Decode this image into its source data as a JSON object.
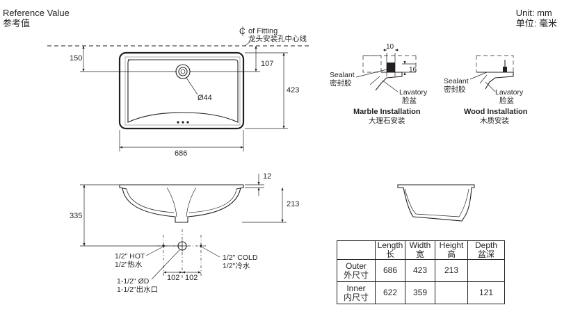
{
  "header": {
    "reference_en": "Reference Value",
    "reference_cn": "参考值",
    "unit_en": "Unit: mm",
    "unit_cn": "单位: 毫米"
  },
  "plan_view": {
    "fitting_label_en": "of Fitting",
    "fitting_label_cn": "龙头安装孔中心线",
    "dim_top_offset": "150",
    "dim_hole_offset": "107",
    "dim_height": "423",
    "dim_width": "686",
    "hole_label": "Ø44"
  },
  "side_view": {
    "dim_rim": "12",
    "dim_bowl": "213",
    "dim_total": "335",
    "hot_en": "1/2\" HOT",
    "hot_cn": "1/2\"热水",
    "cold_en": "1/2\" COLD",
    "cold_cn": "1/2\"冷水",
    "drain_en": "1-1/2\" ØD",
    "drain_cn": "1-1/2\"出水口",
    "dim_left_102": "102",
    "dim_right_102": "102"
  },
  "marble_detail": {
    "dim_10": "10",
    "dim_16": "16",
    "sealant_en": "Sealant",
    "sealant_cn": "密封胶",
    "lavatory_en": "Lavatory",
    "lavatory_cn": "脸盆",
    "title_en": "Marble Installation",
    "title_cn": "大理石安装"
  },
  "wood_detail": {
    "sealant_en": "Sealant",
    "sealant_cn": "密封胶",
    "lavatory_en": "Lavatory",
    "lavatory_cn": "脸盆",
    "title_en": "Wood Installation",
    "title_cn": "木质安装"
  },
  "spec_table": {
    "headers": [
      {
        "en": "Length",
        "cn": "长"
      },
      {
        "en": "Width",
        "cn": "宽"
      },
      {
        "en": "Height",
        "cn": "高"
      },
      {
        "en": "Depth",
        "cn": "盆深"
      }
    ],
    "rows": [
      {
        "label_en": "Outer",
        "label_cn": "外尺寸",
        "values": [
          "686",
          "423",
          "213",
          ""
        ]
      },
      {
        "label_en": "Inner",
        "label_cn": "内尺寸",
        "values": [
          "622",
          "359",
          "",
          "121"
        ]
      }
    ]
  }
}
